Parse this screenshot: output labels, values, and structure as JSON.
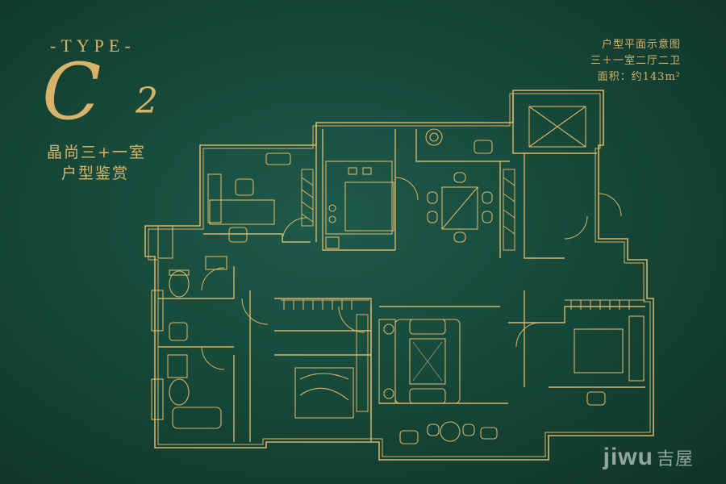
{
  "title": {
    "type_label": "-TYPE-",
    "type_letter": "C",
    "type_number": "2",
    "subtitle_line1": "晶尚三+一室",
    "subtitle_line2": "户型鉴赏"
  },
  "info": {
    "line1": "户型平面示意图",
    "line2": "三＋一室二厅二卫",
    "line3": "面积：约143m²"
  },
  "watermark": {
    "brand": "jiwu",
    "brand_cn": "吉屋"
  },
  "colors": {
    "background": "#154537",
    "line_gold": "#d8b468"
  }
}
